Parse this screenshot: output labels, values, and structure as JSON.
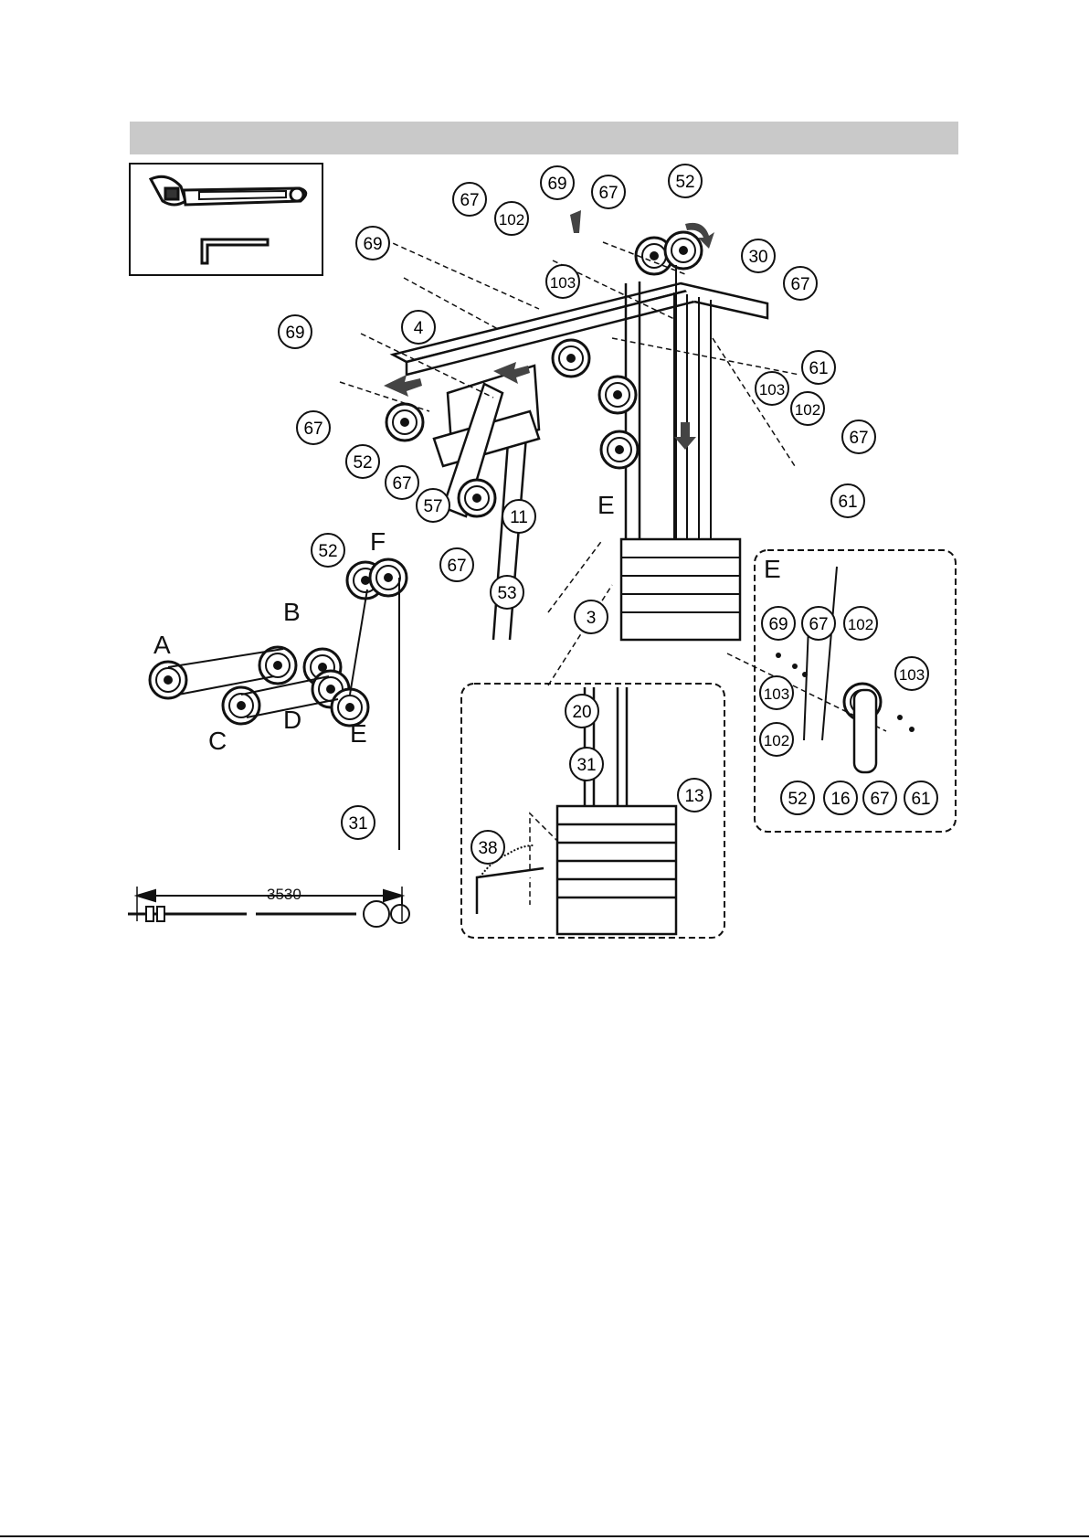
{
  "callouts": {
    "c69a": "69",
    "c67a": "67",
    "c102a": "102",
    "c103a": "103",
    "c69b": "69",
    "c67b": "67",
    "c52a": "52",
    "c30": "30",
    "c67c": "67",
    "c61a": "61",
    "c69c": "69",
    "c4": "4",
    "c67d": "67",
    "c103b": "103",
    "c102b": "102",
    "c67e": "67",
    "c61b": "61",
    "c52b": "52",
    "c67f": "67",
    "c57": "57",
    "c11": "11",
    "c67g": "67",
    "c53": "53",
    "c3": "3",
    "c52c": "52",
    "c20": "20",
    "c31a": "31",
    "c13": "13",
    "c38": "38",
    "c31b": "31",
    "c69e": "69",
    "c67h": "67",
    "c102c": "102",
    "c103c": "103",
    "c103d": "103",
    "c102d": "102",
    "c52d": "52",
    "c16": "16",
    "c67i": "67",
    "c61c": "61"
  },
  "letters": {
    "a": "A",
    "b": "B",
    "c": "C",
    "d": "D",
    "e": "E",
    "f": "F",
    "e_inset": "E",
    "e_detail": "E"
  },
  "dimension": "3530"
}
